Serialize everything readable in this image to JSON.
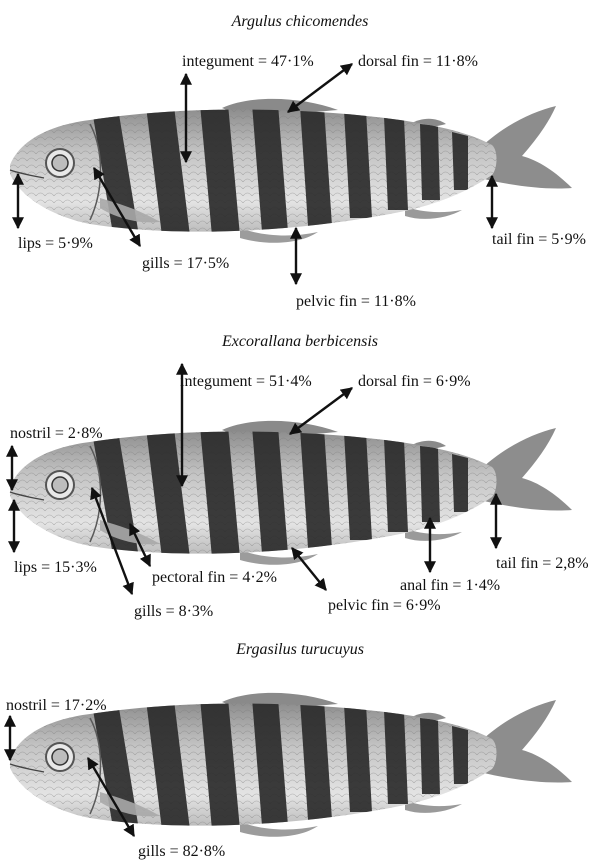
{
  "colors": {
    "background": "#ffffff",
    "text": "#111111",
    "fish_body": "#b9b9b9",
    "fish_belly": "#e3e3e3",
    "fish_band": "#2c2c2c",
    "fin": "#8a8a8a"
  },
  "panels": [
    {
      "title": "Argulus chicomendes",
      "labels": {
        "integument": "integument = 47·1%",
        "dorsal_fin": "dorsal fin = 11·8%",
        "lips": "lips = 5·9%",
        "gills": "gills = 17·5%",
        "tail_fin": "tail fin = 5·9%",
        "pelvic_fin": "pelvic fin = 11·8%"
      }
    },
    {
      "title": "Excorallana berbicensis",
      "labels": {
        "integument": "integument = 51·4%",
        "dorsal_fin": "dorsal fin = 6·9%",
        "nostril": "nostril = 2·8%",
        "lips": "lips = 15·3%",
        "pectoral_fin": "pectoral fin = 4·2%",
        "gills": "gills = 8·3%",
        "pelvic_fin": "pelvic fin = 6·9%",
        "anal_fin": "anal fin = 1·4%",
        "tail_fin": "tail fin = 2,8%"
      }
    },
    {
      "title": "Ergasilus turucuyus",
      "labels": {
        "nostril": "nostril = 17·2%",
        "gills": "gills = 82·8%"
      }
    }
  ]
}
